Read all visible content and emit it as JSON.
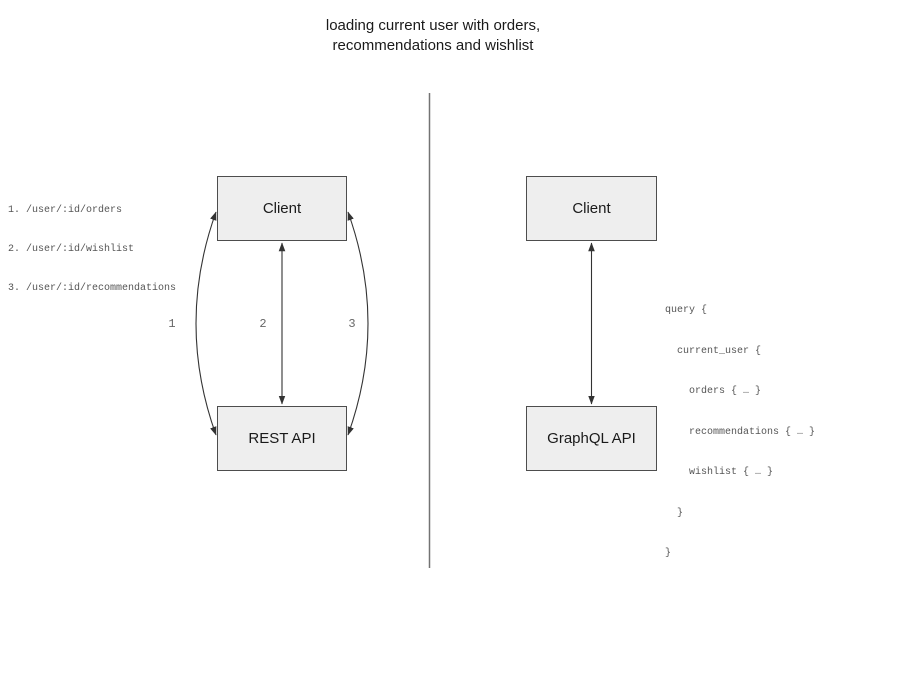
{
  "title": {
    "line1": "loading current user with orders,",
    "line2": "recommendations and wishlist"
  },
  "left_panel": {
    "client_box_label": "Client",
    "api_box_label": "REST API",
    "endpoints": [
      "1. /user/:id/orders",
      "2. /user/:id/wishlist",
      "3. /user/:id/recommendations"
    ],
    "arrow_labels": [
      "1",
      "2",
      "3"
    ]
  },
  "right_panel": {
    "client_box_label": "Client",
    "api_box_label": "GraphQL API",
    "query_lines": [
      "query {",
      "  current_user {",
      "    orders { … }",
      "    recommendations { … }",
      "    wishlist { … }",
      "  }",
      "}"
    ]
  },
  "colors": {
    "box_fill": "#eeeeee",
    "box_border": "#4d4d4d",
    "arrow": "#333333",
    "divider": "#737373",
    "mono_text": "#555555",
    "label_text": "#666666",
    "title_text": "#1a1a1a"
  }
}
